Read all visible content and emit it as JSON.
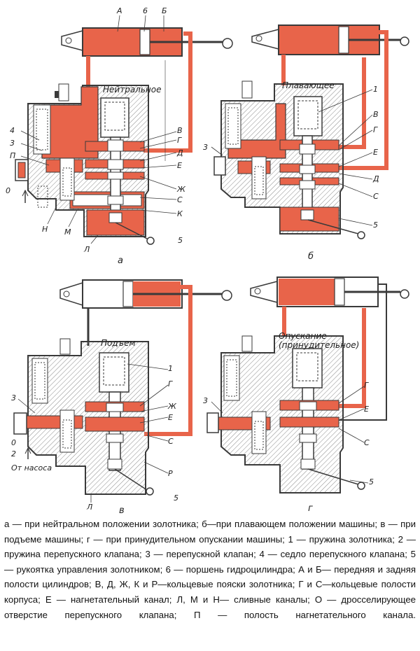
{
  "figure": {
    "panels": [
      {
        "id": "a",
        "title": "Нейтральное",
        "sublabel": "а",
        "labels": [
          "А",
          "6",
          "Б",
          "В",
          "Г",
          "Д",
          "Е",
          "Ж",
          "С",
          "К",
          "5",
          "4",
          "3",
          "П",
          "0",
          "Н",
          "М",
          "Л"
        ]
      },
      {
        "id": "b",
        "title": "Плавающее",
        "sublabel": "б",
        "labels": [
          "1",
          "В",
          "Г",
          "Е",
          "Д",
          "С",
          "5",
          "3"
        ]
      },
      {
        "id": "v",
        "title": "Подъем",
        "sublabel": "в",
        "labels": [
          "1",
          "Г",
          "Ж",
          "Е",
          "С",
          "Р",
          "5",
          "3",
          "0",
          "2",
          "От насоса",
          "Л"
        ]
      },
      {
        "id": "g",
        "title": "Опускание",
        "title2": "(принудительное)",
        "sublabel": "г",
        "labels": [
          "Г",
          "Е",
          "С",
          "5",
          "3"
        ]
      }
    ],
    "colors": {
      "oil": "#e8644a",
      "outline": "#3a3a3a",
      "hatch": "#8a8a8a"
    }
  },
  "caption": {
    "text": "а — при нейтральном положении золотника; б—при плавающем положении машины; в — при подъеме машины; г — при принудительном опускании машины; 1 — пружина золотника; 2 — пружина перепускного клапана; 3 — перепускной клапан; 4 — седло перепускного клапана; 5 — рукоятка управления золотником; 6 — поршень гидроцилиндра; А и Б— передняя и задняя полости цилиндров; В, Д, Ж, К и Р—кольцевые пояски золотника; Г и С—кольцевые полости корпуса; Е — нагнетательный канал; Л, М и Н— сливные каналы; О — дросселирующее отверстие перепускного клапана; П — полость нагнетательного канала."
  }
}
